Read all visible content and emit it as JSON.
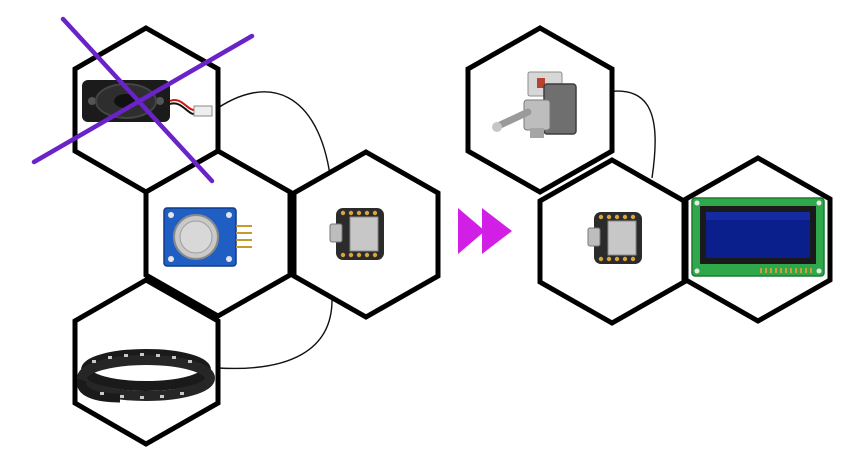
{
  "colors": {
    "hex_outline": "#000000",
    "wire": "#111111",
    "arrow": "#d21fe6",
    "cross": "#6a22c9",
    "sensor_board": "#1f5fc4",
    "lcd_board": "#2ea84a",
    "lcd_screen": "#0b1f8c",
    "mcu_board": "#2b2b2b",
    "led_strip": "#1a1a1a"
  },
  "left_group": {
    "modules": [
      {
        "name": "speaker",
        "icon": "speaker-icon",
        "crossed_out": true
      },
      {
        "name": "gas-sensor",
        "icon": "gas-sensor-icon",
        "crossed_out": false
      },
      {
        "name": "microcontroller",
        "icon": "xiao-board-icon",
        "crossed_out": false
      },
      {
        "name": "led-strip",
        "icon": "led-strip-icon",
        "crossed_out": false
      }
    ]
  },
  "transition": {
    "icon": "double-arrow-right-icon"
  },
  "right_group": {
    "modules": [
      {
        "name": "toggle-switch",
        "icon": "toggle-switch-icon"
      },
      {
        "name": "microcontroller",
        "icon": "xiao-board-icon"
      },
      {
        "name": "lcd-display",
        "icon": "lcd-display-icon"
      }
    ]
  }
}
